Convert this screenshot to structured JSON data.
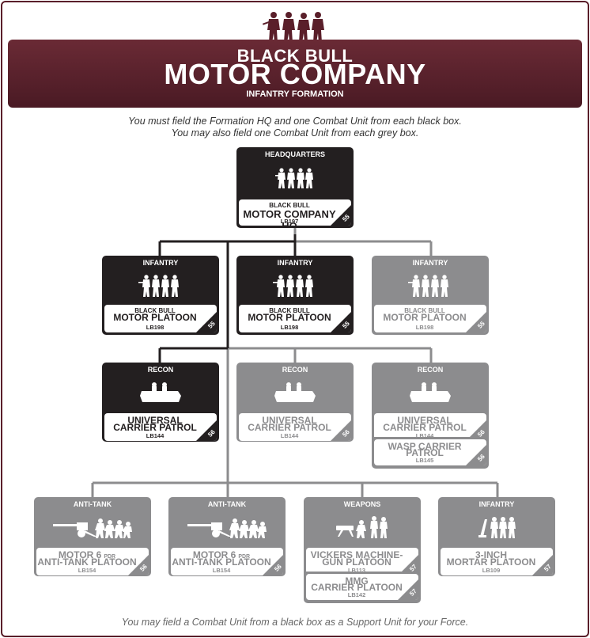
{
  "header": {
    "line1": "BLACK BULL",
    "line2": "MOTOR COMPANY",
    "subtitle": "INFANTRY FORMATION",
    "colors": {
      "banner": "#5a1f2a",
      "black_box": "#231f20",
      "grey_box": "#8c8c8e"
    }
  },
  "intro": {
    "line1": "You must field the Formation HQ and one Combat Unit from each black box.",
    "line2": "You may also field one Combat Unit from each grey box."
  },
  "hq": {
    "header": "HEADQUARTERS",
    "line1": "BLACK BULL",
    "line2": "MOTOR COMPANY HQ",
    "code": "LB197",
    "page": "55",
    "icon": "infantry-squad-icon"
  },
  "row1": [
    {
      "header": "INFANTRY",
      "line1": "BLACK BULL",
      "line2": "MOTOR PLATOON",
      "code": "LB198",
      "page": "55",
      "style": "black",
      "icon": "infantry-squad-icon"
    },
    {
      "header": "INFANTRY",
      "line1": "BLACK BULL",
      "line2": "MOTOR PLATOON",
      "code": "LB198",
      "page": "55",
      "style": "black",
      "icon": "infantry-squad-icon"
    },
    {
      "header": "INFANTRY",
      "line1": "BLACK BULL",
      "line2": "MOTOR PLATOON",
      "code": "LB198",
      "page": "55",
      "style": "grey",
      "icon": "infantry-squad-icon"
    }
  ],
  "row2": [
    {
      "header": "RECON",
      "line1": "UNIVERSAL",
      "line2": "CARRIER PATROL",
      "code": "LB144",
      "page": "56",
      "style": "black",
      "icon": "carrier-icon"
    },
    {
      "header": "RECON",
      "line1": "UNIVERSAL",
      "line2": "CARRIER PATROL",
      "code": "LB144",
      "page": "56",
      "style": "grey",
      "icon": "carrier-icon"
    },
    {
      "header": "RECON",
      "line1": "UNIVERSAL",
      "line2": "CARRIER PATROL",
      "code": "LB144",
      "page": "56",
      "style": "grey",
      "icon": "carrier-icon",
      "extra": {
        "line1": "WASP CARRIER",
        "line2": "PATROL",
        "code": "LB145",
        "page": "56"
      }
    }
  ],
  "row3": [
    {
      "header": "ANTI-TANK",
      "line1": "MOTOR 6",
      "pdr": "PDR",
      "line2": "ANTI-TANK PLATOON",
      "code": "LB154",
      "page": "56",
      "style": "grey",
      "icon": "anti-tank-gun-icon"
    },
    {
      "header": "ANTI-TANK",
      "line1": "MOTOR 6",
      "pdr": "PDR",
      "line2": "ANTI-TANK PLATOON",
      "code": "LB154",
      "page": "56",
      "style": "grey",
      "icon": "anti-tank-gun-icon"
    },
    {
      "header": "WEAPONS",
      "line1": "VICKERS MACHINE-",
      "line2": "GUN PLATOON",
      "code": "LB113",
      "page": "57",
      "style": "grey",
      "icon": "machine-gun-icon",
      "extra": {
        "line1": "MMG",
        "line2": "CARRIER PLATOON",
        "code": "LB142",
        "page": "57"
      }
    },
    {
      "header": "INFANTRY",
      "line1": "3-INCH",
      "line2": "MORTAR PLATOON",
      "code": "LB109",
      "page": "57",
      "style": "grey",
      "icon": "mortar-icon"
    }
  ],
  "footer": "You may field a Combat Unit from a black box as a Support Unit for your Force."
}
